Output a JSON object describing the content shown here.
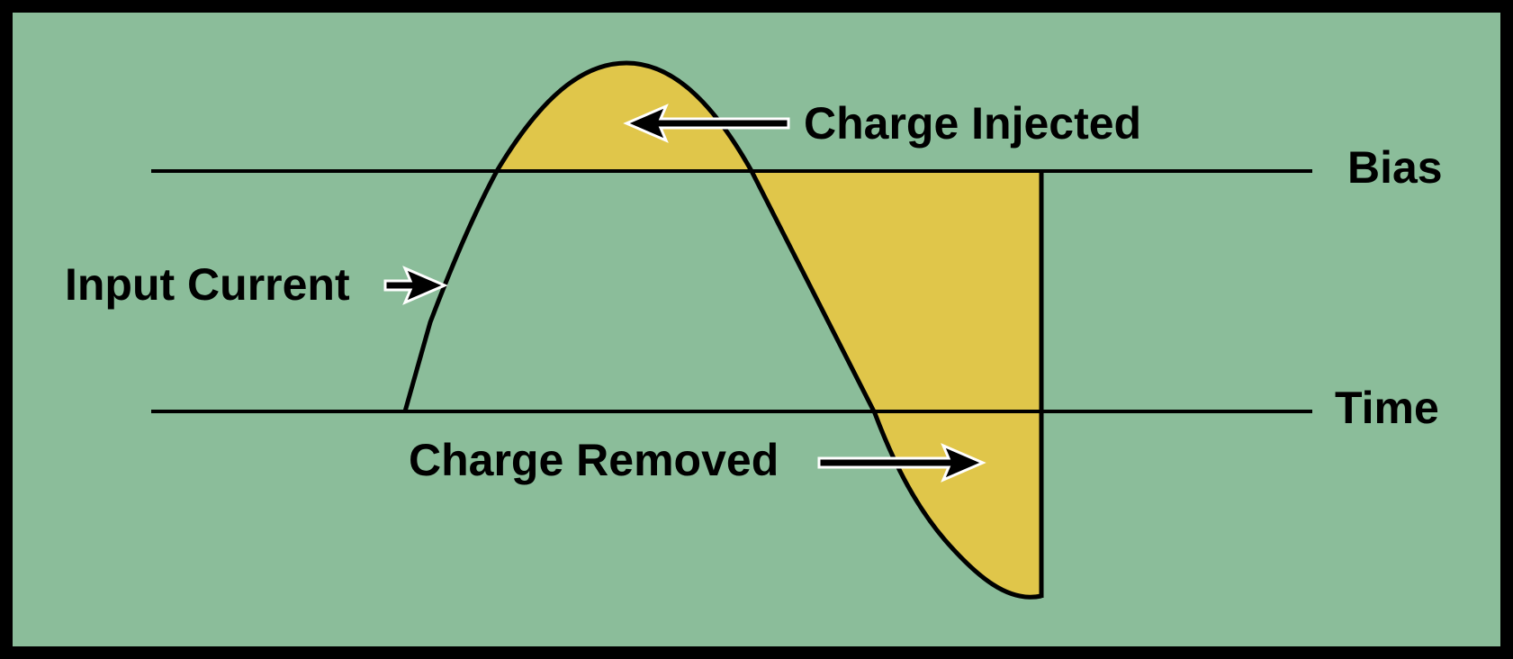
{
  "diagram": {
    "labels": {
      "charge_injected": "Charge Injected",
      "bias": "Bias",
      "input_current": "Input Current",
      "time": "Time",
      "charge_removed": "Charge Removed"
    },
    "colors": {
      "background": "#8BBD9A",
      "fill": "#E0C64A",
      "line": "#000000",
      "frame": "#000000"
    }
  }
}
